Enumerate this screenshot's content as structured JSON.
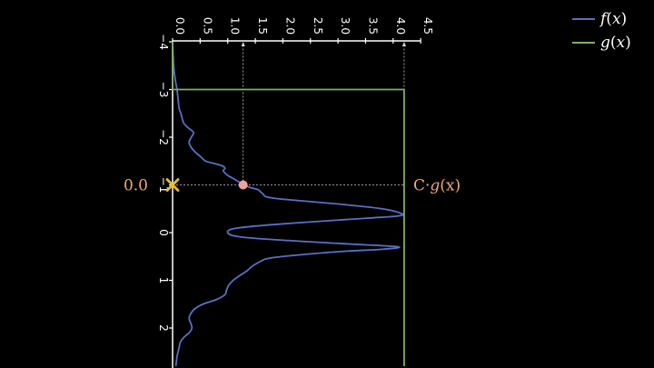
{
  "chart_data": {
    "type": "line",
    "orientation": "rotated: x axis runs downward, y axis runs rightward",
    "x_ticks": [
      -4,
      -3,
      -2,
      -1,
      0,
      1,
      2
    ],
    "y_ticks": [
      "0.0",
      "0.5",
      "1.0",
      "1.5",
      "2.0",
      "2.5",
      "3.0",
      "3.5",
      "4.0",
      "4.5"
    ],
    "xlim": [
      -4,
      2.8
    ],
    "ylim": [
      0,
      4.5
    ],
    "grid": false,
    "legend_placement": "top-right",
    "series": [
      {
        "name": "f(x)",
        "label_parts": [
          "f",
          "(",
          "x",
          ")"
        ],
        "color": "#5b6fc4",
        "points": [
          [
            -4.0,
            0.0
          ],
          [
            -3.5,
            0.02
          ],
          [
            -3.2,
            0.05
          ],
          [
            -3.0,
            0.08
          ],
          [
            -2.8,
            0.1
          ],
          [
            -2.6,
            0.12
          ],
          [
            -2.5,
            0.15
          ],
          [
            -2.3,
            0.2
          ],
          [
            -2.2,
            0.28
          ],
          [
            -2.1,
            0.38
          ],
          [
            -2.0,
            0.34
          ],
          [
            -1.9,
            0.3
          ],
          [
            -1.8,
            0.33
          ],
          [
            -1.7,
            0.4
          ],
          [
            -1.6,
            0.5
          ],
          [
            -1.5,
            0.6
          ],
          [
            -1.45,
            0.75
          ],
          [
            -1.4,
            0.9
          ],
          [
            -1.35,
            0.95
          ],
          [
            -1.3,
            0.92
          ],
          [
            -1.25,
            0.95
          ],
          [
            -1.2,
            1.0
          ],
          [
            -1.1,
            1.15
          ],
          [
            -1.0,
            1.3
          ],
          [
            -0.95,
            1.4
          ],
          [
            -0.9,
            1.55
          ],
          [
            -0.85,
            1.6
          ],
          [
            -0.8,
            1.65
          ],
          [
            -0.75,
            1.7
          ],
          [
            -0.7,
            2.0
          ],
          [
            -0.6,
            3.0
          ],
          [
            -0.5,
            3.8
          ],
          [
            -0.4,
            4.15
          ],
          [
            -0.35,
            4.1
          ],
          [
            -0.3,
            3.5
          ],
          [
            -0.2,
            2.2
          ],
          [
            -0.1,
            1.2
          ],
          [
            0.0,
            1.0
          ],
          [
            0.1,
            1.3
          ],
          [
            0.2,
            2.6
          ],
          [
            0.25,
            3.4
          ],
          [
            0.3,
            4.1
          ],
          [
            0.35,
            3.8
          ],
          [
            0.4,
            3.0
          ],
          [
            0.5,
            2.0
          ],
          [
            0.55,
            1.7
          ],
          [
            0.6,
            1.6
          ],
          [
            0.7,
            1.45
          ],
          [
            0.8,
            1.35
          ],
          [
            0.9,
            1.22
          ],
          [
            1.0,
            1.1
          ],
          [
            1.1,
            1.02
          ],
          [
            1.2,
            0.98
          ],
          [
            1.3,
            0.95
          ],
          [
            1.4,
            0.8
          ],
          [
            1.5,
            0.55
          ],
          [
            1.6,
            0.4
          ],
          [
            1.7,
            0.33
          ],
          [
            1.8,
            0.3
          ],
          [
            1.9,
            0.33
          ],
          [
            2.0,
            0.35
          ],
          [
            2.1,
            0.3
          ],
          [
            2.2,
            0.2
          ],
          [
            2.3,
            0.14
          ],
          [
            2.4,
            0.12
          ],
          [
            2.5,
            0.1
          ],
          [
            2.6,
            0.08
          ],
          [
            2.8,
            0.06
          ]
        ]
      },
      {
        "name": "g(x)",
        "label_parts": [
          "g",
          "(",
          "x",
          ")"
        ],
        "color": "#7fb065",
        "points": [
          [
            -4.0,
            0.0
          ],
          [
            -3.0,
            0.0
          ],
          [
            -3.0,
            4.2
          ],
          [
            2.8,
            4.2
          ]
        ]
      }
    ],
    "sample": {
      "x": -1.0,
      "y": 1.28
    },
    "sample_x_label": "0.0",
    "envelope_label_parts": [
      "C",
      "·",
      "g",
      "(",
      "x",
      ")"
    ],
    "envelope_value": 4.2,
    "colors": {
      "background": "#000000",
      "axis": "#ffffff",
      "f": "#5b6fc4",
      "g": "#7fb065",
      "point": "#f0a0a0",
      "marker": "#e8c020",
      "annotation": "#f0a878"
    }
  }
}
